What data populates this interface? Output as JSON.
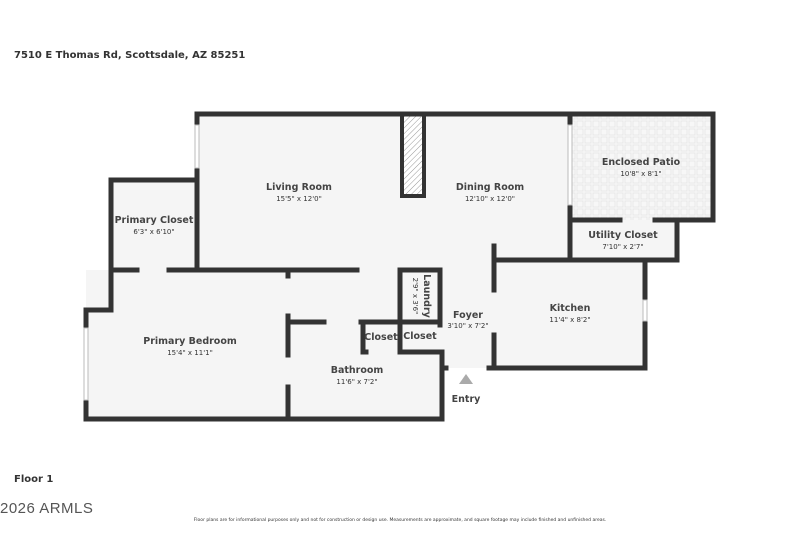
{
  "address": "7510 E Thomas Rd, Scottsdale, AZ 85251",
  "floor_label": "Floor 1",
  "copyright": "2026 ARMLS",
  "disclaimer": "Floor plans are for informational purposes only and not for construction or design use. Measurements are approximate, and square footage may include finished and unfinished areas.",
  "entry_label": "Entry",
  "colors": {
    "wall": "#333333",
    "floor": "#f5f5f5",
    "entry_marker": "#aaaaaa"
  },
  "rooms": [
    {
      "name": "Living Room",
      "dims": "15'5\" x 12'0\""
    },
    {
      "name": "Dining Room",
      "dims": "12'10\" x 12'0\""
    },
    {
      "name": "Enclosed Patio",
      "dims": "10'8\" x 8'1\""
    },
    {
      "name": "Primary Closet",
      "dims": "6'3\" x 6'10\""
    },
    {
      "name": "Utility Closet",
      "dims": "7'10\" x 2'7\""
    },
    {
      "name": "Laundry",
      "dims": "2'9\" x 3'6\""
    },
    {
      "name": "Kitchen",
      "dims": "11'4\" x 8'2\""
    },
    {
      "name": "Foyer",
      "dims": "3'10\" x 7'2\""
    },
    {
      "name": "Primary Bedroom",
      "dims": "15'4\" x 11'1\""
    },
    {
      "name": "Closet",
      "dims": ""
    },
    {
      "name": "Closet",
      "dims": ""
    },
    {
      "name": "Bathroom",
      "dims": "11'6\" x 7'2\""
    }
  ]
}
